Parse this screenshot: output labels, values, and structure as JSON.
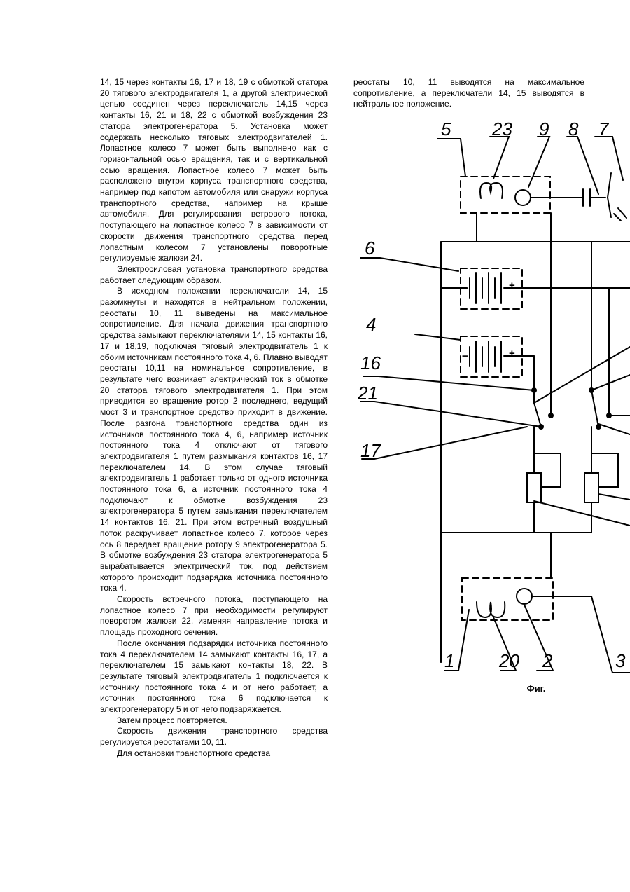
{
  "left_column": [
    {
      "indent": false,
      "text": "14, 15 через контакты 16, 17 и 18, 19 с обмоткой статора 20 тягового электродвигателя 1, а другой электрической цепью соединен через переключатель 14,15 через контакты 16, 21 и 18, 22 с обмоткой возбуждения 23 статора электрогенератора 5. Установка может содержать несколько тяговых электродвигателей 1. Лопастное колесо 7 может быть выполнено как с горизонтальной осью вращения, так и с вертикальной осью вращения. Лопастное колесо 7 может быть расположено внутри корпуса транспортного средства, например под капотом автомобиля или снаружи корпуса транспортного средства, например на крыше автомобиля. Для регулирования ветрового потока, поступающего на лопастное колесо 7 в зависимости от скорости движения транспортного средства перед лопастным колесом 7 установлены поворотные регулируемые жалюзи 24."
    },
    {
      "indent": true,
      "text": "Электросиловая установка транспортного средства работает следующим образом."
    },
    {
      "indent": true,
      "text": "В исходном положении переключатели 14, 15 разомкнуты и находятся в нейтральном положении, реостаты 10, 11 выведены на максимальное сопротивление. Для начала движения транспортного средства замыкают переключателями 14, 15 контакты 16, 17 и 18,19, подключая тяговый электродвигатель 1 к обоим источникам постоянного тока 4, 6. Плавно выводят реостаты 10,11 на номинальное сопротивление, в результате чего возникает электрический ток в обмотке 20 статора тягового электродвигателя 1. При этом приводится во вращение ротор 2 последнего, ведущий мост 3 и транспортное средство приходит в движение. После разгона транспортного средства один из источников постоянного тока 4, 6, например источник постоянного тока 4 отключают от тягового электродвигателя 1 путем размыкания контактов 16, 17 переключателем 14. В этом случае тяговый электродвигатель 1 работает только от одного источника постоянного тока 6, а источник постоянного тока 4 подключают к обмотке возбуждения 23 электрогенератора 5 путем замыкания переключателем 14 контактов 16, 21. При этом встречный воздушный поток раскручивает лопастное колесо 7, которое через ось 8 передает вращение ротору 9 электрогенератора 5. В обмотке возбуждения 23 статора электрогенератора 5 вырабатывается электрический ток, под действием которого происходит подзарядка источника постоянного тока 4."
    },
    {
      "indent": true,
      "text": "Скорость встречного потока, поступающего на лопастное колесо 7 при необходимости регулируют поворотом жалюзи 22, изменяя направление потока и площадь проходного сечения."
    },
    {
      "indent": true,
      "text": "После окончания подзарядки источника постоянного тока 4 переключателем 14 замыкают контакты 16, 17, а переключателем 15 замыкают контакты 18, 22. В результате тяговый электродвигатель 1 подключается к источнику постоянного тока 4 и от него работает, а источник постоянного тока 6 подключается к электрогенератору 5 и от него подзаряжается."
    },
    {
      "indent": true,
      "text": "Затем процесс повторяется."
    },
    {
      "indent": true,
      "text": "Скорость движения транспортного средства регулируется реостатами 10, 11."
    },
    {
      "indent": true,
      "text": "Для остановки транспортного средства"
    }
  ],
  "right_column": {
    "text": "реостаты 10, 11 выводятся на максимальное сопротивление, а переключатели 14, 15 выводятся в нейтральное положение."
  },
  "figure": {
    "caption": "Фиг.",
    "labels": {
      "l5": "5",
      "l23": "23",
      "l9": "9",
      "l8": "8",
      "l7": "7",
      "l6": "6",
      "l4": "4",
      "l16": "16",
      "l21": "21",
      "l17": "17",
      "l1": "1",
      "l20": "20",
      "l2": "2",
      "l3": "3"
    },
    "polarity": {
      "minus": "−",
      "plus": "+"
    }
  }
}
